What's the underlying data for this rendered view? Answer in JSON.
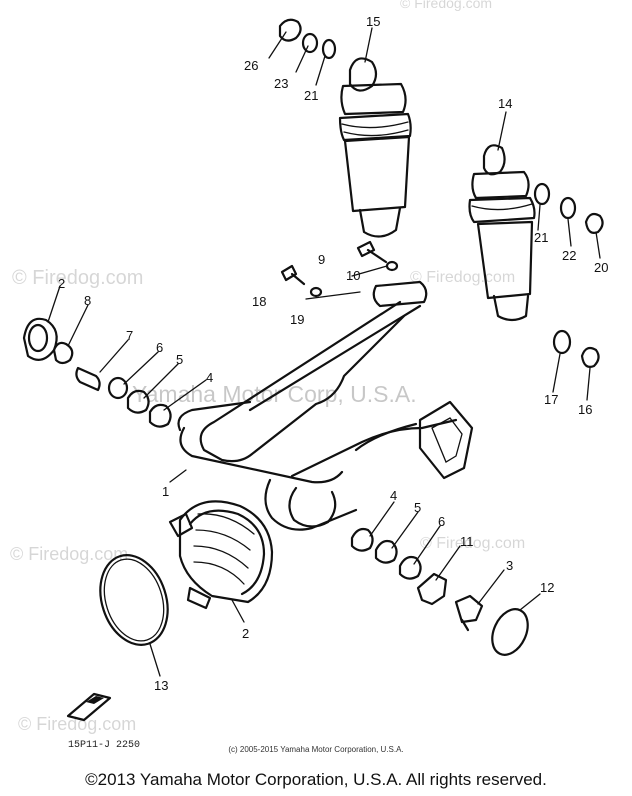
{
  "watermark": {
    "text": "Firedog.com",
    "center_text": "Yamaha Motor Corp, U.S.A."
  },
  "diagram_code": "15P11-J 2250",
  "credit_small": "(c) 2005-2015 Yamaha Motor Corporation, U.S.A.",
  "copyright": "©2013 Yamaha Motor Corporation, U.S.A. All rights reserved.",
  "part_labels": {
    "l26": "26",
    "l23": "23",
    "l21a": "21",
    "l15": "15",
    "l14": "14",
    "l21b": "21",
    "l22": "22",
    "l20": "20",
    "l9": "9",
    "l10": "10",
    "l18": "18",
    "l19": "19",
    "l2a": "2",
    "l8": "8",
    "l7": "7",
    "l6a": "6",
    "l5a": "5",
    "l4a": "4",
    "l1": "1",
    "l17": "17",
    "l16": "16",
    "l4b": "4",
    "l5b": "5",
    "l6b": "6",
    "l11": "11",
    "l3": "3",
    "l12": "12",
    "l2b": "2",
    "l13": "13"
  }
}
